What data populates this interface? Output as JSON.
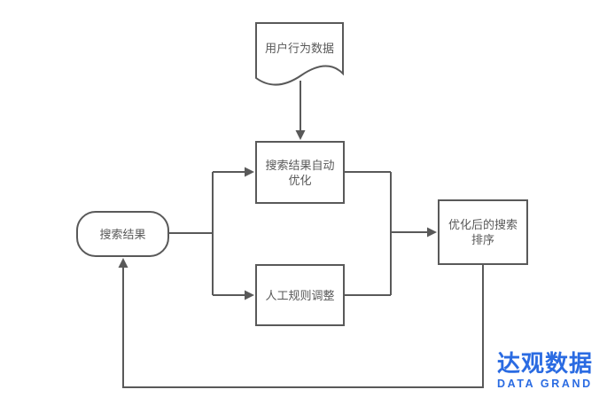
{
  "nodes": {
    "user_behavior_data": {
      "label": "用户行为数据"
    },
    "auto_optimize": {
      "label": "搜索结果自动\n优化"
    },
    "search_results": {
      "label": "搜索结果"
    },
    "manual_rules": {
      "label": "人工规则调整"
    },
    "optimized_ranking": {
      "label": "优化后的搜索\n排序"
    }
  },
  "logo": {
    "title": "达观数据",
    "subtitle": "DATA GRAND"
  },
  "colors": {
    "line": "#595959",
    "text": "#595959",
    "logo_blue": "#2a6be2"
  }
}
